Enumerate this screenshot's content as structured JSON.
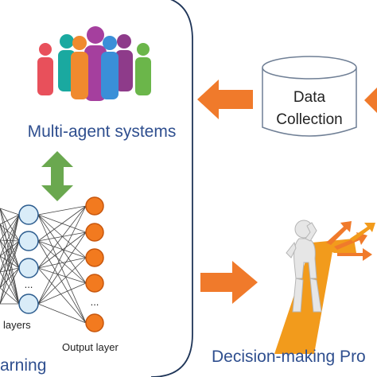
{
  "labels": {
    "multi_agent": "Multi-agent systems",
    "data_collection_line1": "Data",
    "data_collection_line2": "Collection",
    "decision_making": "Decision-making Pro",
    "learning": "arning",
    "hidden_layers": "layers",
    "output_layer": "Output layer",
    "ellipsis_hidden": "...",
    "ellipsis_output": "..."
  },
  "colors": {
    "panel_border": "#1f3558",
    "arrow_orange": "#f07a2b",
    "arrow_green": "#6aa84f",
    "label_blue": "#2f4f8f",
    "hidden_node_fill": "#d9ecf8",
    "hidden_node_stroke": "#2d5d8f",
    "output_node_fill": "#f27a1f",
    "output_node_stroke": "#c7560d",
    "cylinder_stroke": "#6f7f95",
    "path_orange": "#f29b1c"
  },
  "icons": {
    "people_group": "people-group-icon",
    "database": "database-cylinder-icon",
    "thinking_person": "thinking-person-icon",
    "neural_network": "neural-network-icon"
  },
  "people_colors": [
    "#e8505b",
    "#1aa9a0",
    "#f08a2e",
    "#3a8fd8",
    "#8e3b8a",
    "#a53f9e",
    "#6bb64a"
  ]
}
